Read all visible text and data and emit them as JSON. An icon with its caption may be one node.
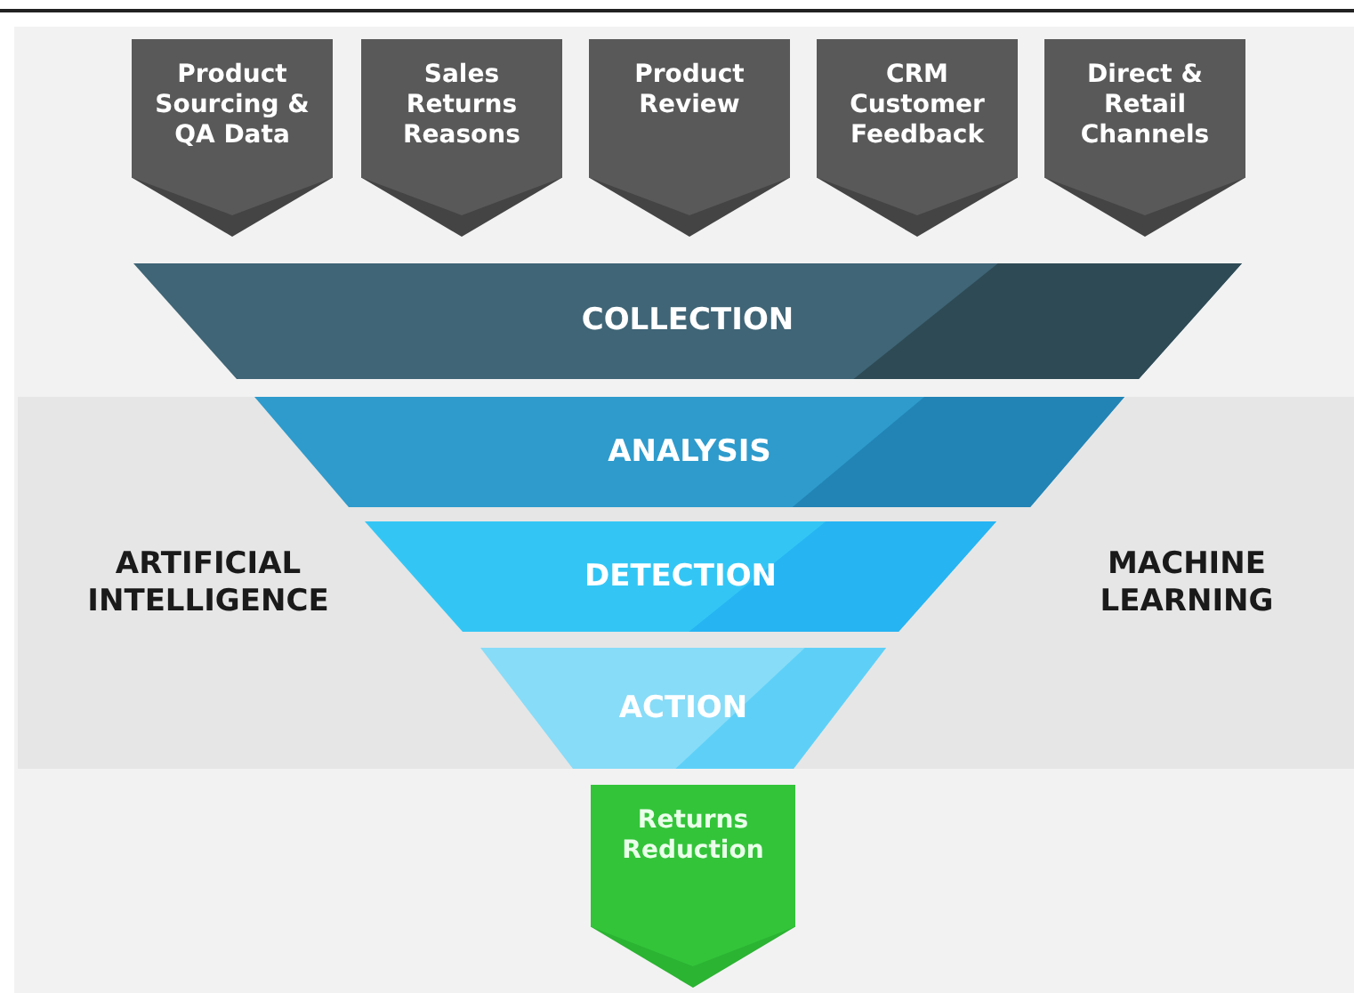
{
  "diagram": {
    "nodes": [
      {
        "text": [
          "Product Sourcing & QA Data"
        ]
      },
      {
        "text": [
          "Sales Returns Reasons"
        ]
      },
      {
        "text": [
          "Product Review"
        ]
      },
      {
        "text": [
          "CRM Customer Feedback"
        ]
      },
      {
        "text": [
          "Direct & Retail Channels"
        ]
      },
      {
        "text": [
          "COLLECTION"
        ]
      },
      {
        "text": [
          "ARTIFICIAL INTELLIGENCE",
          "MACHINE LEARNING"
        ]
      },
      {
        "text": [
          "ANALYSIS"
        ],
        "in": 6
      },
      {
        "text": [
          "DETECTION"
        ],
        "in": 6
      },
      {
        "text": [
          "ACTION"
        ],
        "in": 6
      },
      {
        "text": [
          "Returns Reduction"
        ]
      }
    ]
  }
}
